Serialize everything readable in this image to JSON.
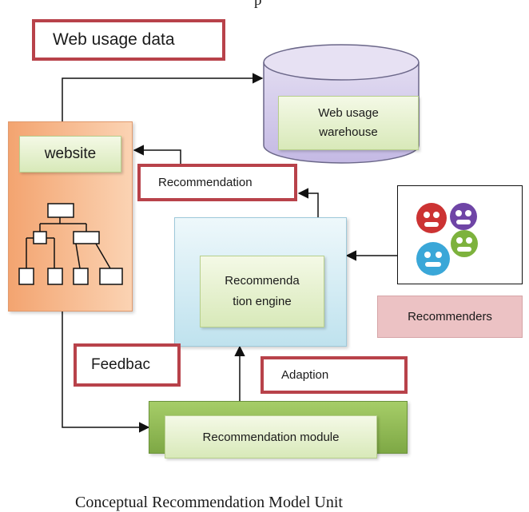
{
  "diagram": {
    "top_caption": "p",
    "web_usage_data": "Web usage data",
    "warehouse_label": "Web usage warehouse",
    "website_label": "website",
    "recommendation_label": "Recommendation",
    "engine_label": "Recommenda tion engine",
    "recommenders_label": "Recommenders",
    "feedback_label": "Feedbac",
    "adaption_label": "Adaption",
    "module_label": "Recommendation module",
    "bottom_caption": "Conceptual Recommendation Model Unit",
    "recommender_icons": [
      "red-face-icon",
      "purple-face-icon",
      "green-face-icon",
      "blue-face-icon"
    ],
    "colors": {
      "box_border": "#b8424a",
      "website_fill": "#f7b687",
      "engine_fill": "#cdeaf3",
      "module_fill": "#8cb54e",
      "warehouse_fill": "#d3c9ea",
      "recommenders_fill": "#ecc2c4"
    }
  }
}
